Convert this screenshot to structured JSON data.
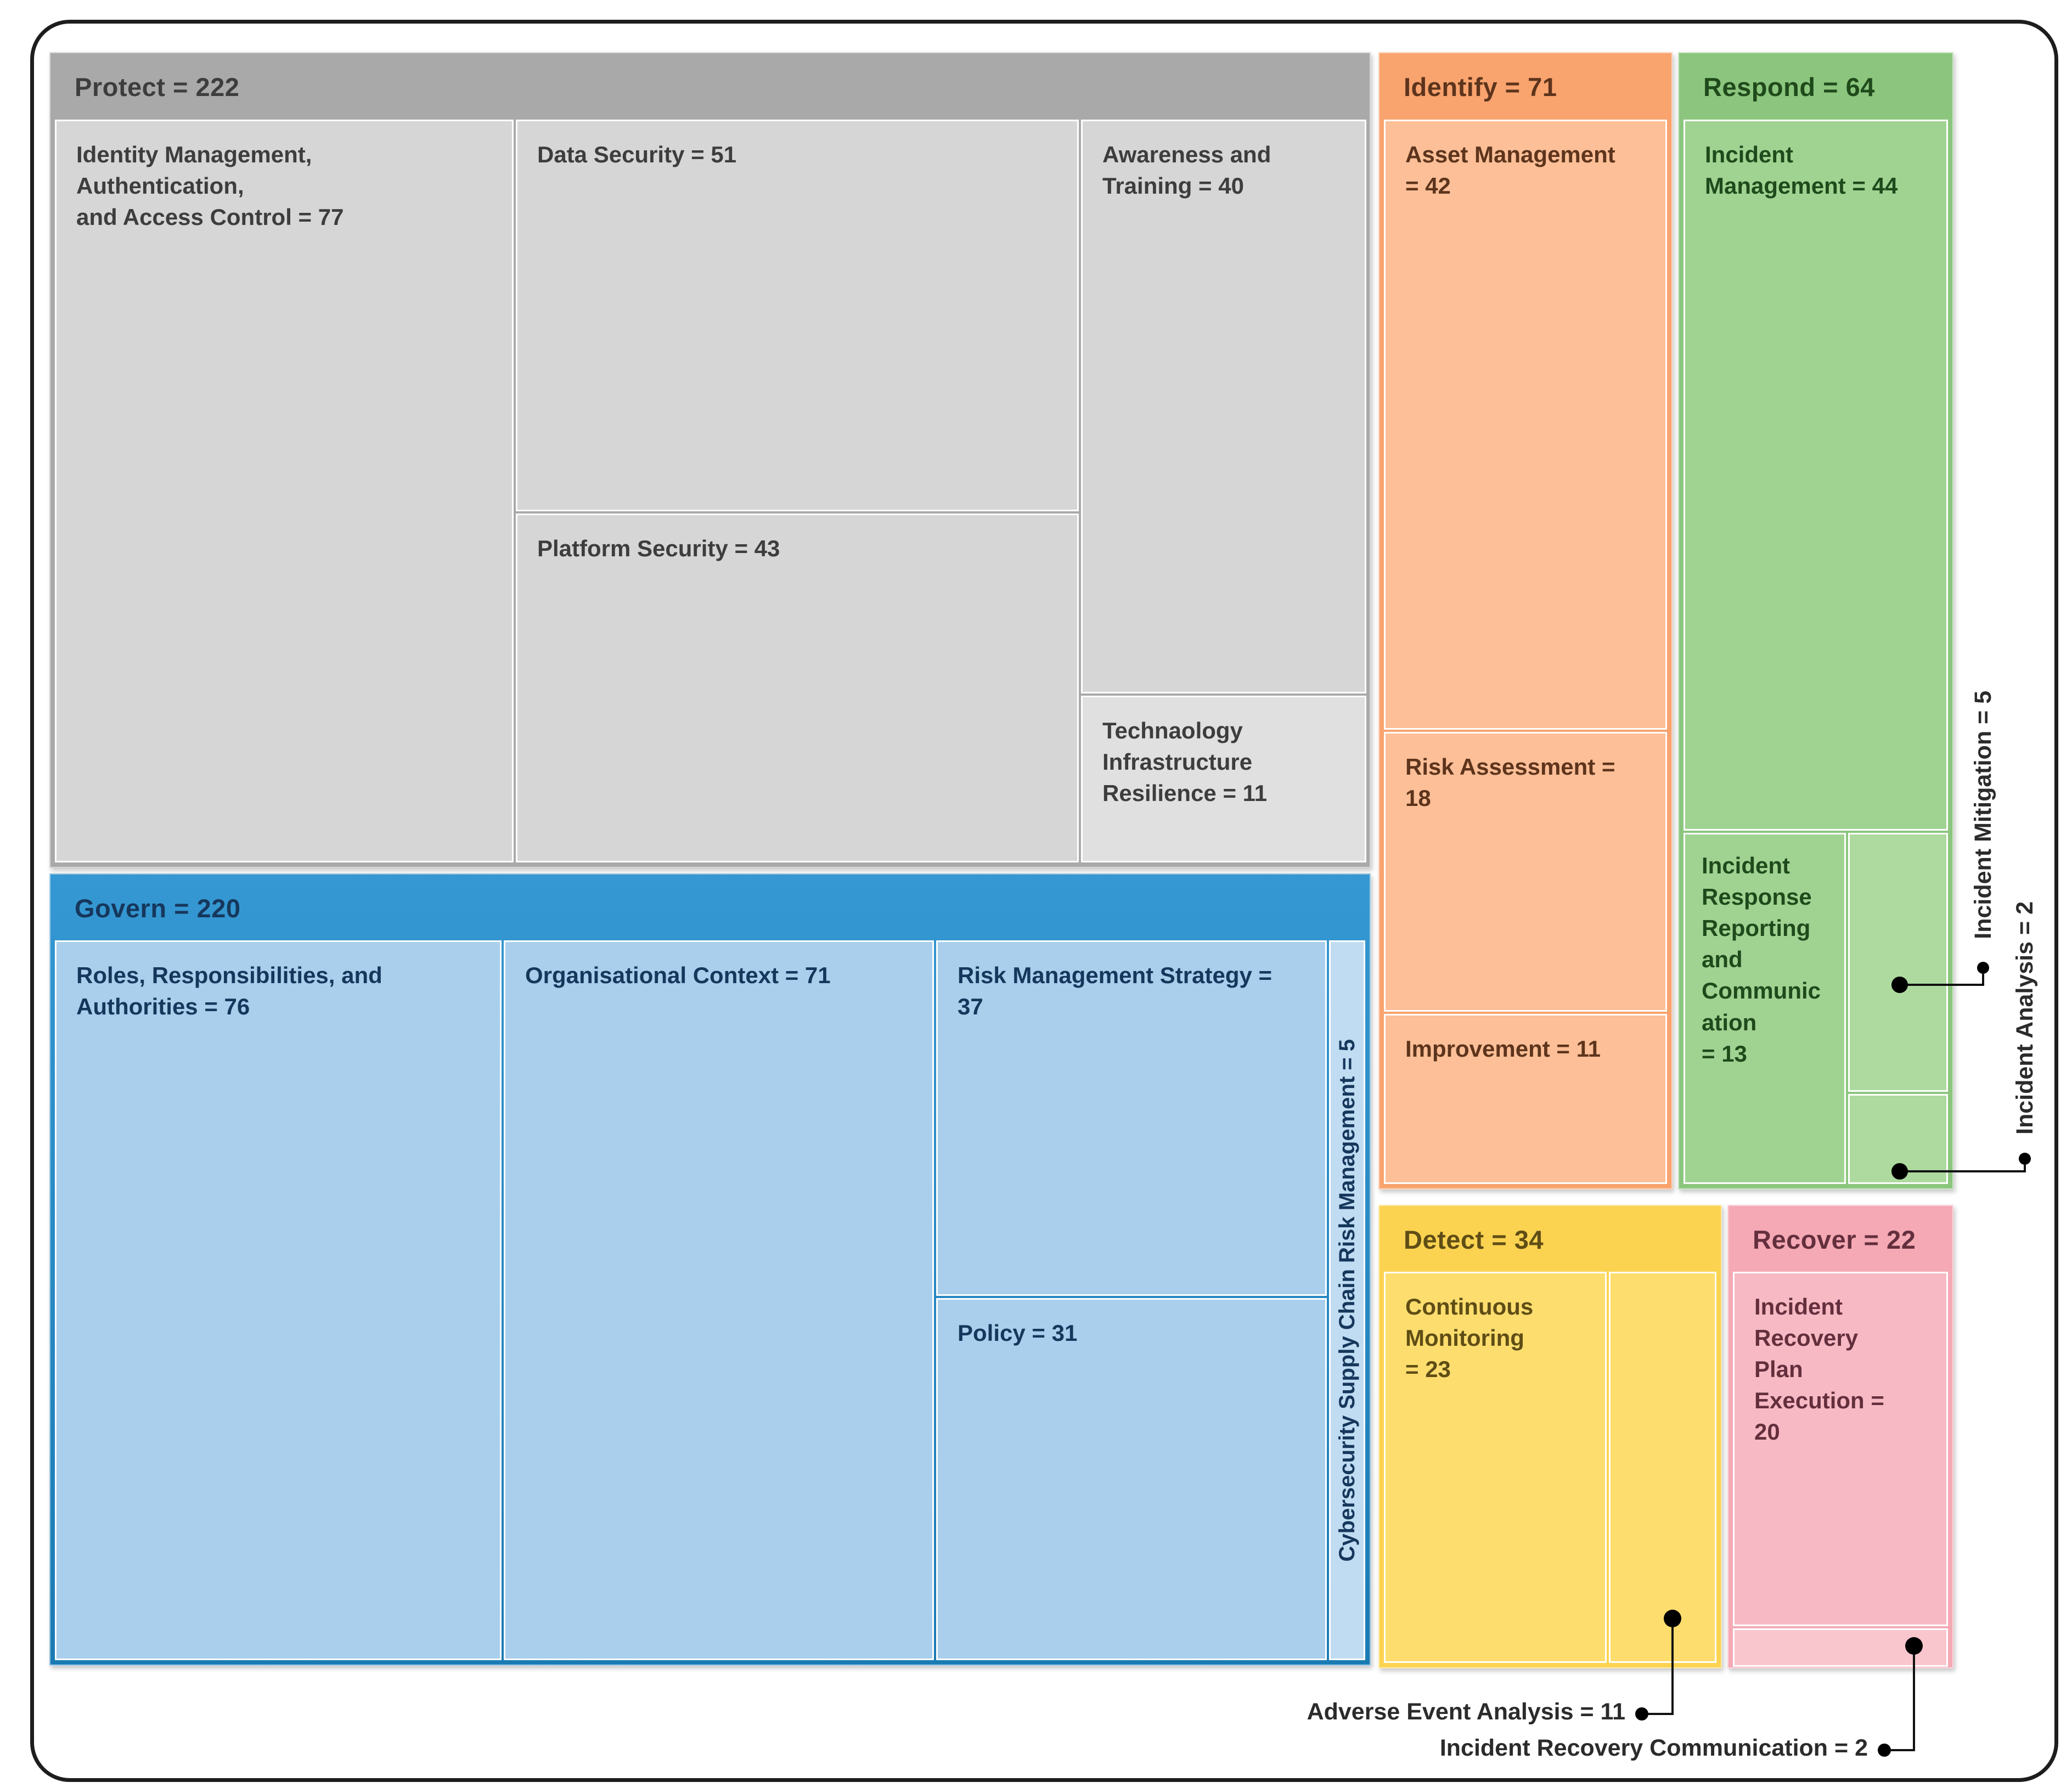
{
  "figure": {
    "background": "#ffffff",
    "border_color": "#1d1d1d"
  },
  "chart_data": {
    "type": "treemap",
    "legend_position": "none",
    "groups": [
      {
        "name": "Protect",
        "value": 222,
        "header_label": "Protect = 222",
        "color": "#a9a9a9",
        "text_color": "#3d3d3d",
        "children": [
          {
            "name": "Identity Management, Authentication, and Access Control",
            "value": 77,
            "label": "Identity Management,\nAuthentication,\nand Access Control = 77",
            "color": "#d6d6d6"
          },
          {
            "name": "Data Security",
            "value": 51,
            "label": "Data Security = 51",
            "color": "#d6d6d6"
          },
          {
            "name": "Platform Security",
            "value": 43,
            "label": "Platform Security = 43",
            "color": "#d6d6d6"
          },
          {
            "name": "Awareness and Training",
            "value": 40,
            "label": "Awareness and\nTraining = 40",
            "color": "#d6d6d6"
          },
          {
            "name": "Technaology Infrastructure Resilience",
            "value": 11,
            "label": "Technaology\nInfrastructure\nResilience = 11",
            "color": "#e0e0e0"
          }
        ]
      },
      {
        "name": "Govern",
        "value": 220,
        "header_label": "Govern = 220",
        "color": "#1e8ccd",
        "text_color": "#16375c",
        "children": [
          {
            "name": "Roles, Responsibilities, and Authorities",
            "value": 76,
            "label": "Roles, Responsibilities, and\nAuthorities = 76",
            "color": "#a9cfec"
          },
          {
            "name": "Organisational Context",
            "value": 71,
            "label": "Organisational Context = 71",
            "color": "#a9cfec"
          },
          {
            "name": "Risk Management Strategy",
            "value": 37,
            "label": "Risk Management Strategy =\n37",
            "color": "#a9cfec"
          },
          {
            "name": "Policy",
            "value": 31,
            "label": "Policy = 31",
            "color": "#a9cfec"
          },
          {
            "name": "Cybersecurity Supply Chain Risk Management",
            "value": 5,
            "label": "Cybersecurity Supply Chain Risk Management = 5",
            "color": "#c0dcf2",
            "orientation": "vertical"
          }
        ]
      },
      {
        "name": "Identify",
        "value": 71,
        "header_label": "Identify = 71",
        "color": "#f9a36e",
        "text_color": "#5d341c",
        "children": [
          {
            "name": "Asset Management",
            "value": 42,
            "label": "Asset Management\n= 42",
            "color": "#fcbf97"
          },
          {
            "name": "Risk Assessment",
            "value": 18,
            "label": "Risk Assessment =\n18",
            "color": "#fcbf97"
          },
          {
            "name": "Improvement",
            "value": 11,
            "label": "Improvement = 11",
            "color": "#fcbf97"
          }
        ]
      },
      {
        "name": "Respond",
        "value": 64,
        "header_label": "Respond = 64",
        "color": "#8cc67e",
        "text_color": "#1f4a1b",
        "children": [
          {
            "name": "Incident Management",
            "value": 44,
            "label": "Incident\nManagement = 44",
            "color": "#a0d392"
          },
          {
            "name": "Incident Response Reporting and Communication",
            "value": 13,
            "label": "Incident\nResponse\nReporting\nand\nCommunic\nation\n= 13",
            "color": "#a0d392"
          },
          {
            "name": "Incident Mitigation",
            "value": 5,
            "label": "",
            "color": "#aeda9f"
          },
          {
            "name": "Incident Analysis",
            "value": 2,
            "label": "",
            "color": "#aeda9f"
          }
        ]
      },
      {
        "name": "Detect",
        "value": 34,
        "header_label": "Detect = 34",
        "color": "#fbd351",
        "text_color": "#5f4d15",
        "children": [
          {
            "name": "Continuous Monitoring",
            "value": 23,
            "label": "Continuous\nMonitoring\n= 23",
            "color": "#fcdd6e"
          },
          {
            "name": "Adverse Event Analysis",
            "value": 11,
            "label": "",
            "color": "#fcdd6e"
          }
        ]
      },
      {
        "name": "Recover",
        "value": 22,
        "header_label": "Recover = 22",
        "color": "#f5a9b5",
        "text_color": "#642f3d",
        "children": [
          {
            "name": "Incident Recovery Plan Execution",
            "value": 20,
            "label": "Incident\nRecovery\nPlan\nExecution =\n20",
            "color": "#f7bac4"
          },
          {
            "name": "Incident Recovery Communication",
            "value": 2,
            "label": "",
            "color": "#fac6ce"
          }
        ]
      }
    ],
    "callouts": [
      {
        "target": "Incident Mitigation",
        "label": "Incident Mitigation = 5",
        "value": 5,
        "orientation": "vertical"
      },
      {
        "target": "Incident Analysis",
        "label": "Incident Analysis = 2",
        "value": 2,
        "orientation": "vertical"
      },
      {
        "target": "Adverse Event Analysis",
        "label": "Adverse Event Analysis = 11",
        "value": 11,
        "orientation": "horizontal"
      },
      {
        "target": "Incident Recovery Communication",
        "label": "Incident Recovery Communication = 2",
        "value": 2,
        "orientation": "horizontal"
      }
    ]
  }
}
